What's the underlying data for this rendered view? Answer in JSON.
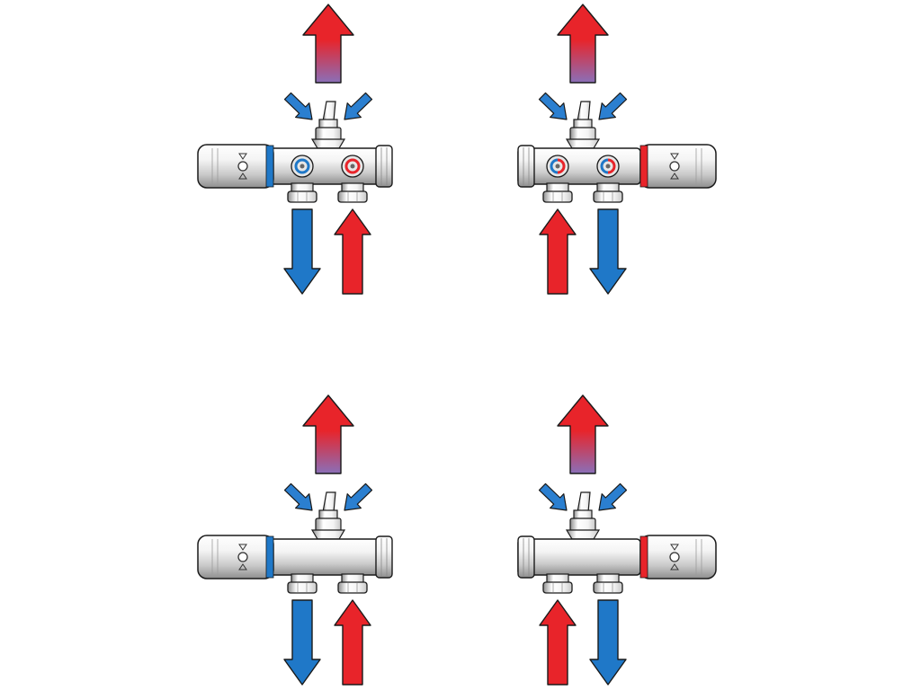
{
  "diagram": {
    "panels": [
      {
        "id": "top-left",
        "thermostat_head": "left",
        "side_band": "blue",
        "port_indicators": [
          "blue",
          "red"
        ],
        "bottom_flows": [
          "supply-down",
          "return-up"
        ]
      },
      {
        "id": "top-right",
        "thermostat_head": "right",
        "side_band": "red",
        "port_indicators": [
          "mixed",
          "mixed"
        ],
        "bottom_flows": [
          "return-up",
          "supply-down"
        ]
      },
      {
        "id": "bottom-left",
        "thermostat_head": "left",
        "side_band": "blue",
        "port_indicators": [],
        "bottom_flows": [
          "supply-down",
          "return-up"
        ]
      },
      {
        "id": "bottom-right",
        "thermostat_head": "right",
        "side_band": "red",
        "port_indicators": [],
        "bottom_flows": [
          "return-up",
          "supply-down"
        ]
      }
    ],
    "head_symbol_icon": "triangle-circle-triangle-icon",
    "colors": {
      "hot": "#e8242a",
      "cold": "#1f78c8",
      "mixed_bottom": "#8a6fb8",
      "inlet_arrow": "#2b7fd0",
      "metal_light": "#f4f4f4",
      "metal_mid": "#c9c9c9",
      "metal_dark": "#8e8e8e",
      "outline": "#1a1a1a"
    }
  }
}
